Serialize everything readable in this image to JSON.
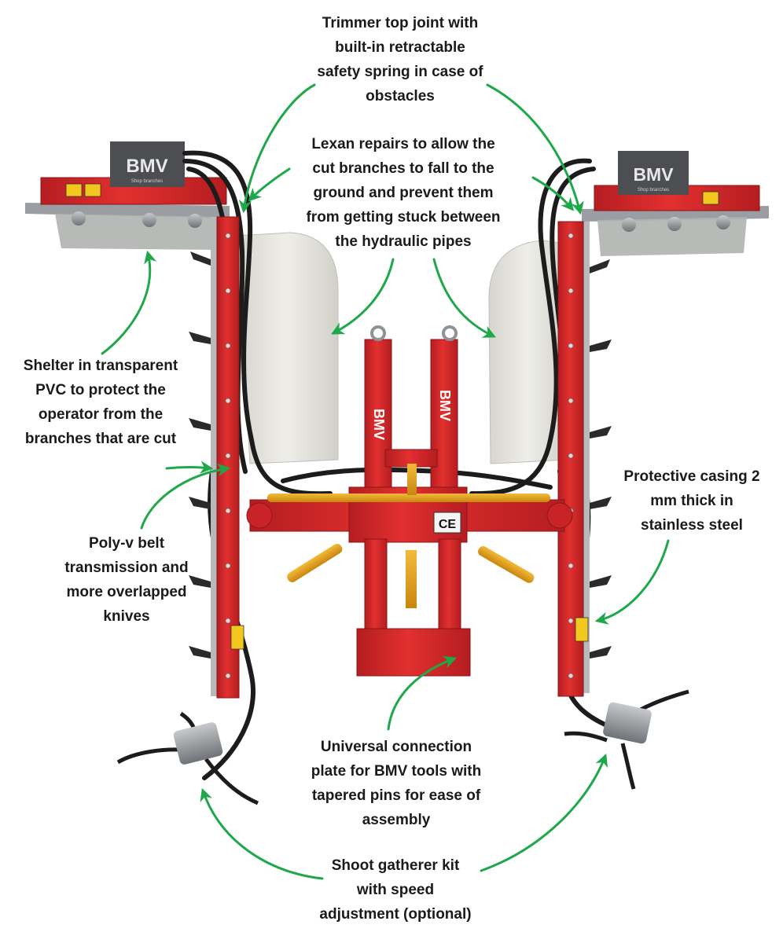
{
  "brand": {
    "logo_text": "BMV",
    "logo_sub": "Shop branches"
  },
  "certification_mark": "CE",
  "callouts": {
    "top_joint": [
      "Trimmer top joint with",
      "built-in retractable",
      "safety spring in case of",
      "obstacles"
    ],
    "lexan": [
      "Lexan repairs to allow the",
      "cut branches to fall to the",
      "ground and prevent them",
      "from getting stuck between",
      "the hydraulic pipes"
    ],
    "shelter": [
      "Shelter in transparent",
      "PVC to protect the",
      "operator from the",
      "branches that are cut"
    ],
    "belt": [
      "Poly-v belt",
      "transmission and",
      "more overlapped",
      "knives"
    ],
    "casing": [
      "Protective casing 2",
      "mm thick in",
      "stainless steel"
    ],
    "plate": [
      "Universal connection",
      "plate for BMV tools with",
      "tapered pins for ease of",
      "assembly"
    ],
    "gatherer": [
      "Shoot gatherer kit",
      "with speed",
      "adjustment (optional)"
    ]
  },
  "colors": {
    "frame_red": "#d7262a",
    "frame_dark_red": "#a81a1e",
    "cylinder_yellow": "#e9a21e",
    "arrow_green": "#1fa84a",
    "lexan_panel": "#e4e3dd",
    "hose_black": "#1c1c1c",
    "steel_grey": "#8f9296"
  }
}
